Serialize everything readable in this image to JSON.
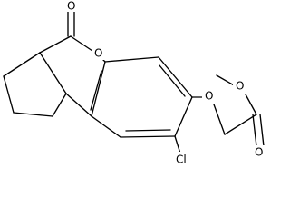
{
  "molecule": {
    "atoms": {
      "carbonyl_oxygen": "O",
      "ring_oxygen": "O",
      "ether_oxygen": "O",
      "chlorine": "Cl",
      "ester_ether_oxygen": "O",
      "ester_carbonyl_oxygen": "O"
    }
  }
}
